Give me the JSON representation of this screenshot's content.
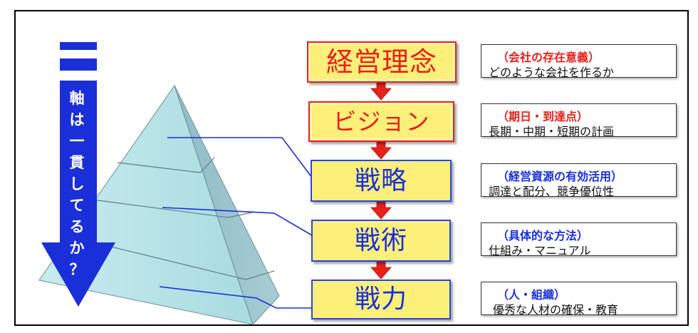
{
  "arrow_text": [
    "軸",
    "は",
    "一",
    "貫",
    "し",
    "て",
    "る",
    "か",
    "？"
  ],
  "levels": [
    {
      "title": "経営理念",
      "sub": "（会社の存在意義）",
      "desc": "どのような会社を作るか"
    },
    {
      "title": "ビジョン",
      "sub": "（期日・到達点）",
      "desc": "長期・中期・短期の計画"
    },
    {
      "title": "戦略",
      "sub": "（経営資源の有効活用）",
      "desc": "調達と配分、競争優位性"
    },
    {
      "title": "戦術",
      "sub": "（具体的な方法）",
      "desc": "仕組み・マニュアル"
    },
    {
      "title": "戦力",
      "sub": "（人・組織）",
      "desc": "優秀な人材の確保・教育"
    }
  ],
  "colors": {
    "red": "#e8201a",
    "blue": "#1a2fd8",
    "box_fill": "#fdf07a",
    "pyramid": "#bfe6ea"
  }
}
